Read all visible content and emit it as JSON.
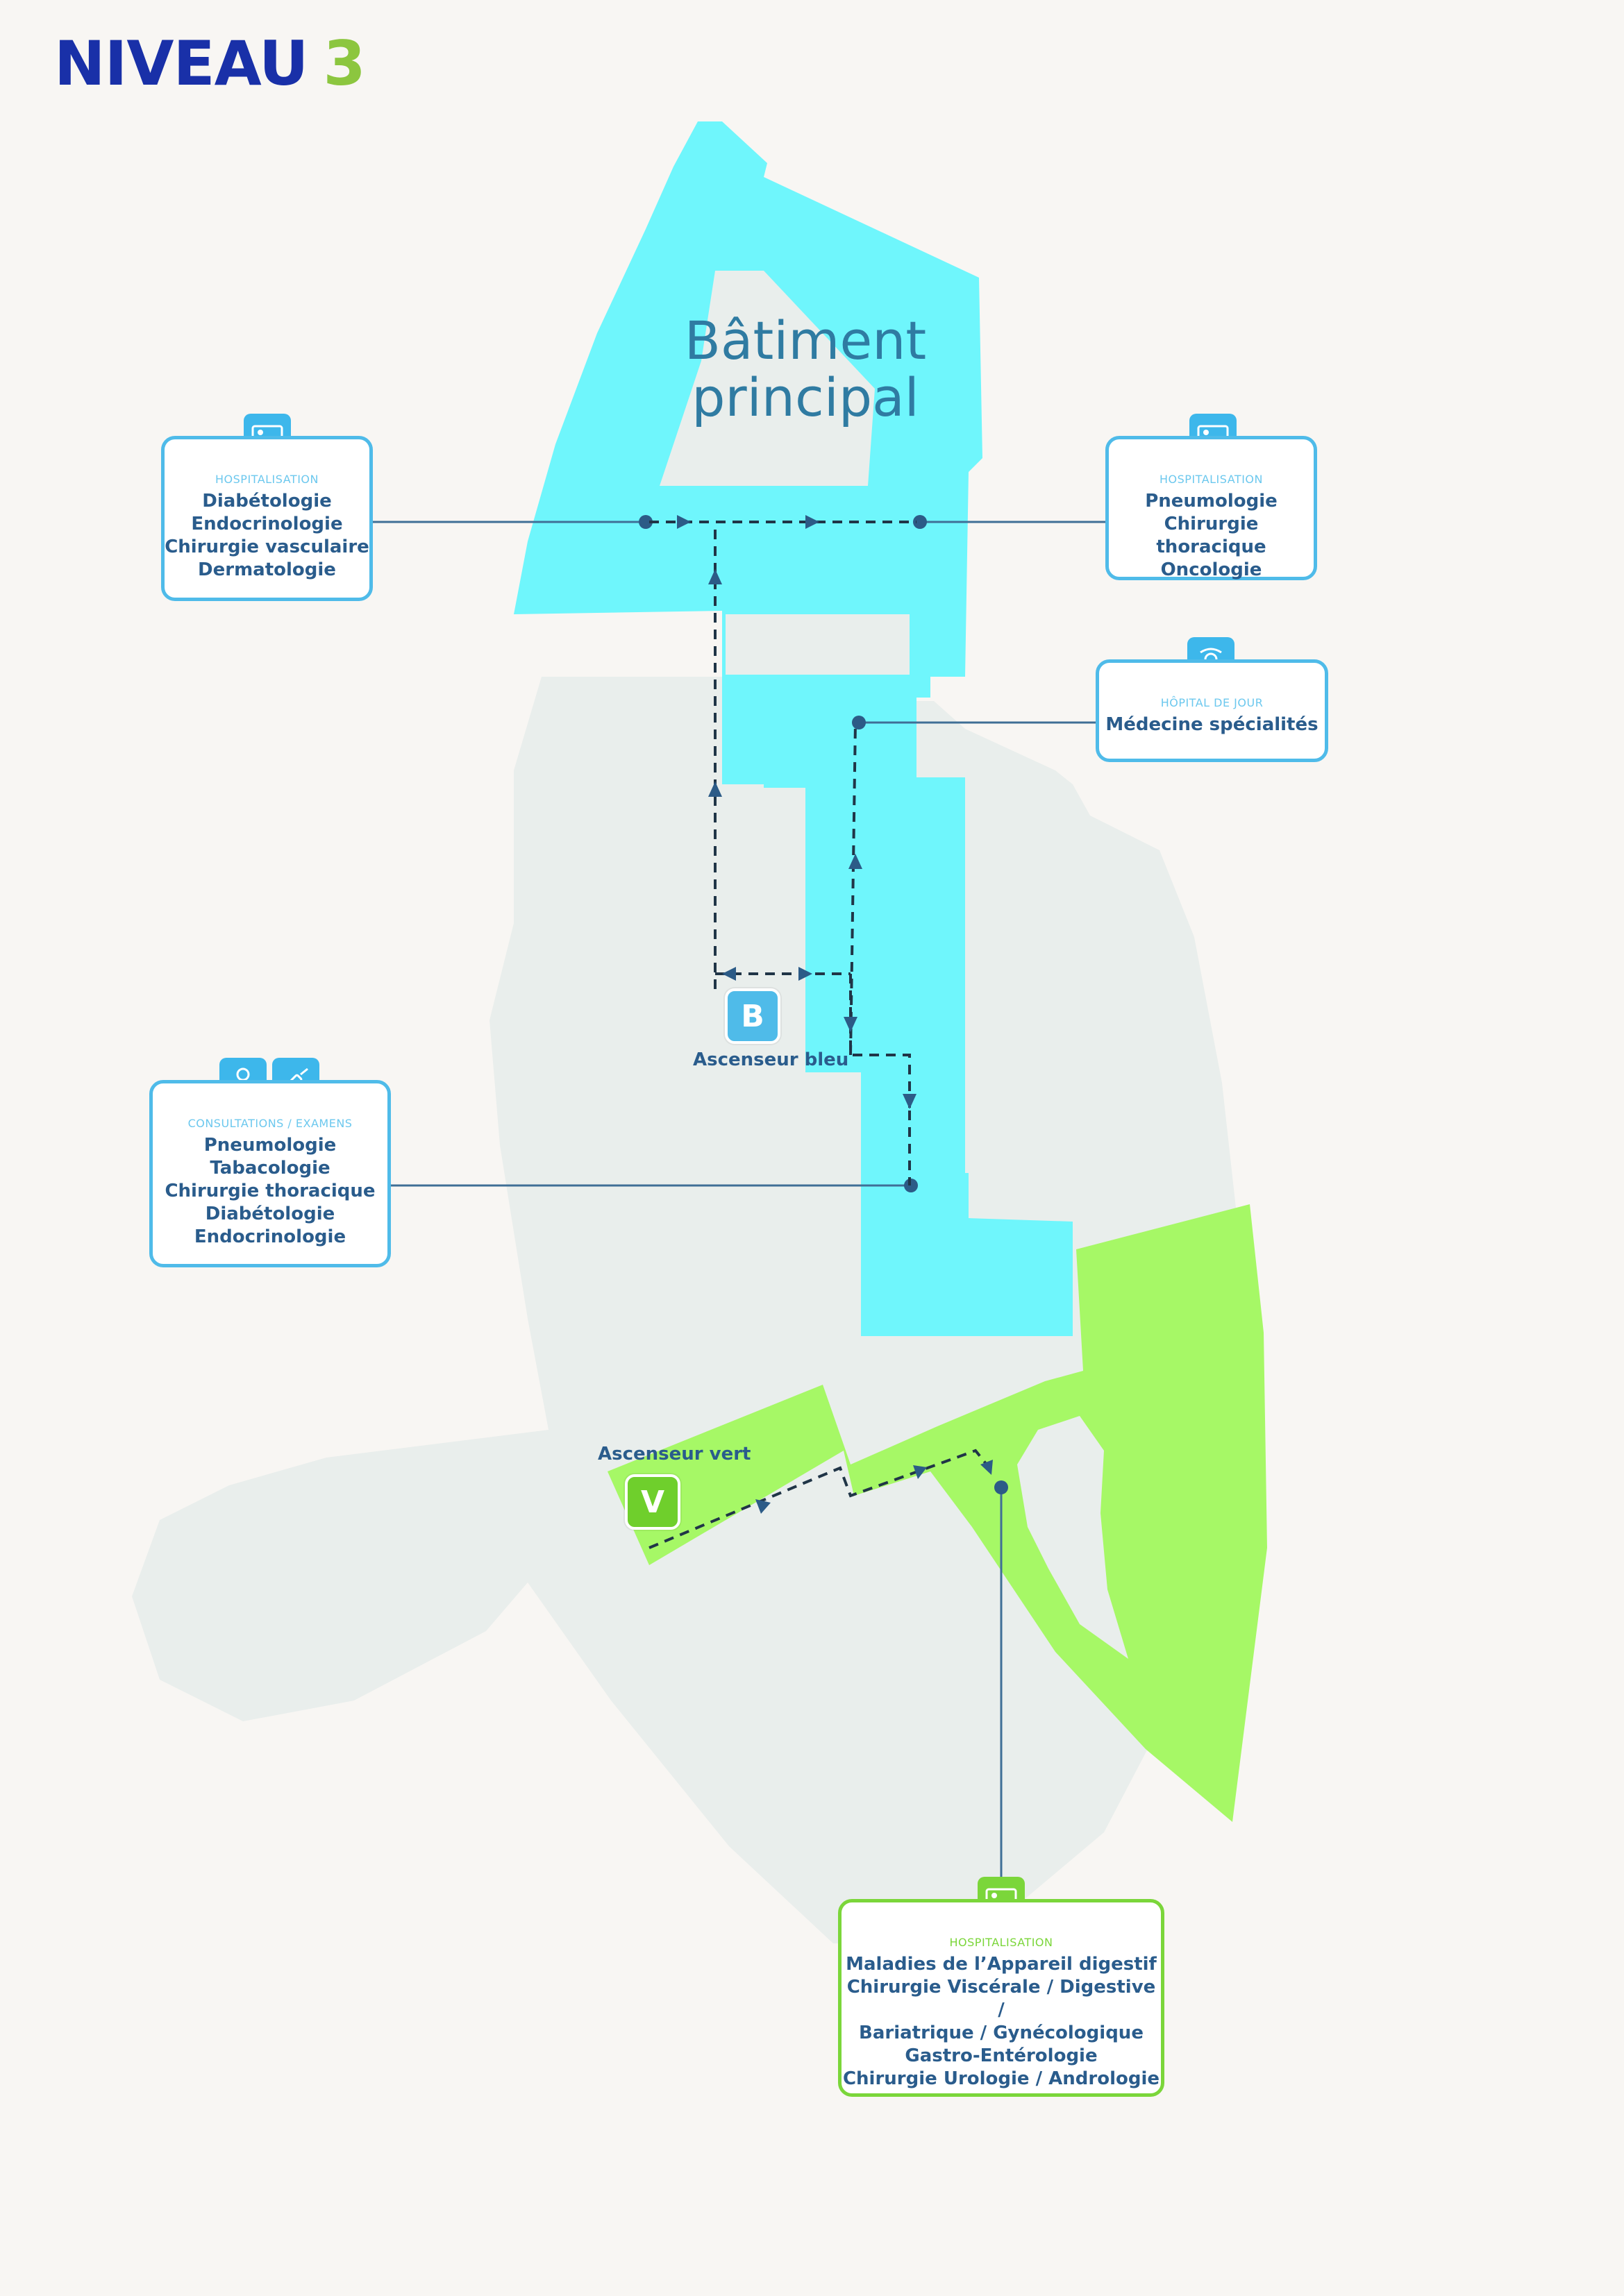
{
  "title": {
    "word": "NIVEAU",
    "number": "3"
  },
  "building": {
    "line1": "Bâtiment",
    "line2": "principal"
  },
  "colors": {
    "blue_zone": "#6ff6fc",
    "green_zone": "#a6f866",
    "grey_zone": "#e9eeec",
    "route": "#203547",
    "connector": "#3f6f96",
    "card_blue": "#4fbbe9",
    "card_green": "#7bd63a"
  },
  "cards": {
    "hosp_left": {
      "category": "HOSPITALISATION",
      "lines": [
        "Diabétologie",
        "Endocrinologie",
        "Chirurgie vasculaire",
        "Dermatologie"
      ],
      "icon": "hospital-bed-icon"
    },
    "hosp_right": {
      "category": "HOSPITALISATION",
      "lines": [
        "Pneumologie",
        "Chirurgie thoracique",
        "Oncologie"
      ],
      "icon": "hospital-bed-icon"
    },
    "day_hospital": {
      "category": "HÔPITAL DE JOUR",
      "lines": [
        "Médecine spécialités"
      ],
      "icon": "hands-care-icon"
    },
    "consultations": {
      "category": "CONSULTATIONS / EXAMENS",
      "lines": [
        "Pneumologie",
        "Tabacologie",
        "Chirurgie thoracique",
        "Diabétologie",
        "Endocrinologie"
      ],
      "icons": [
        "doctor-icon",
        "syringe-icon"
      ]
    },
    "hosp_green": {
      "category": "HOSPITALISATION",
      "lines": [
        "Maladies de l’Appareil digestif",
        "Chirurgie Viscérale / Digestive /",
        "Bariatrique / Gynécologique",
        "Gastro-Entérologie",
        "Chirurgie Urologie / Andrologie"
      ],
      "icon": "hospital-bed-icon"
    }
  },
  "elevators": {
    "blue": {
      "letter": "B",
      "label": "Ascenseur bleu"
    },
    "green": {
      "letter": "V",
      "label": "Ascenseur vert"
    }
  }
}
